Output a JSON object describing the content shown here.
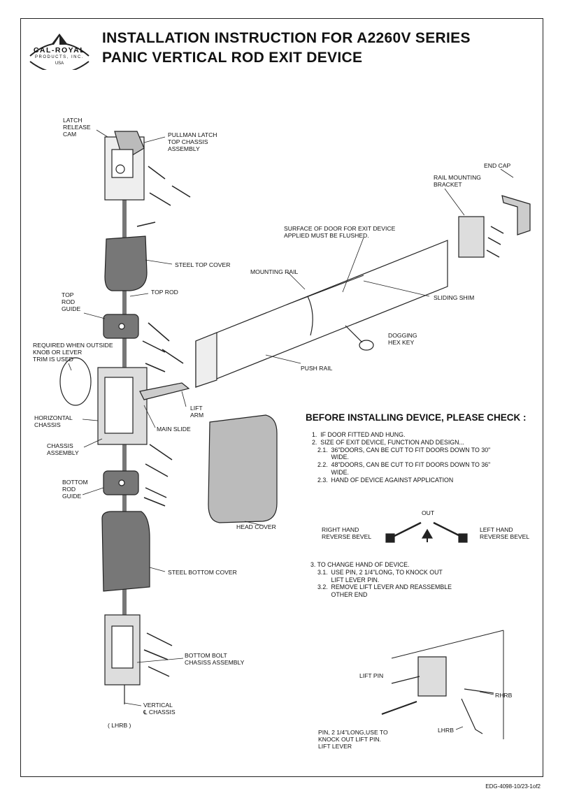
{
  "header": {
    "logo_name": "CAL-ROYAL",
    "logo_sub": "PRODUCTS, INC.",
    "logo_country": "USA",
    "title_line1": "INSTALLATION INSTRUCTION FOR A2260V SERIES",
    "title_line2": "PANIC VERTICAL ROD EXIT DEVICE"
  },
  "labels": {
    "latch_release_cam": "LATCH\nRELEASE\nCAM",
    "pullman_latch": "PULLMAN LATCH\nTOP CHASSIS\nASSEMBLY",
    "end_cap": "END CAP",
    "rail_mounting_bracket": "RAIL MOUNTING\nBRACKET",
    "surface_of_door": "SURFACE OF DOOR FOR EXIT DEVICE\nAPPLIED MUST BE FLUSHED.",
    "steel_top_cover": "STEEL TOP COVER",
    "mounting_rail": "MOUNTING RAIL",
    "top_rod_guide": "TOP\nROD\nGUIDE",
    "top_rod": "TOP ROD",
    "sliding_shim": "SLIDING SHIM",
    "dogging_hex_key": "DOGGING\nHEX KEY",
    "required_when": "REQUIRED WHEN OUTSIDE\nKNOB OR LEVER\nTRIM IS USED",
    "push_rail": "PUSH RAIL",
    "lift_arm": "LIFT\nARM",
    "horizontal_chassis": "HORIZONTAL\nCHASSIS",
    "main_slide": "MAIN SLIDE",
    "chassis_assembly": "CHASSIS\nASSEMBLY",
    "bottom_rod_guide": "BOTTOM\nROD\nGUIDE",
    "head_cover": "HEAD COVER",
    "steel_bottom_cover": "STEEL BOTTOM COVER",
    "bottom_bolt": "BOTTOM BOLT\nCHASISS ASSEMBLY",
    "vertical_chassis": "VERTICAL\n℄ CHASSIS",
    "lhrb_paren": "( LHRB )",
    "out": "OUT",
    "right_hand_reverse_bevel": "RIGHT HAND\nREVERSE BEVEL",
    "left_hand_reverse_bevel": "LEFT HAND\nREVERSE BEVEL",
    "lift_pin": "LIFT PIN",
    "rhrb": "RHRB",
    "lhrb": "LHRB",
    "pin_note": "PIN, 2 1/4\"LONG,USE TO\nKNOCK OUT LIFT PIN.\nLIFT LEVER"
  },
  "checklist": {
    "title": "BEFORE INSTALLING DEVICE, PLEASE CHECK :",
    "item1": "1.  IF DOOR FITTED AND HUNG.",
    "item2": "2.  SIZE OF EXIT DEVICE, FUNCTION AND DESIGN...",
    "item2_1": "2.1.  36\"DOORS, CAN BE CUT TO FIT DOORS DOWN TO 30\"\n        WIDE.",
    "item2_2": "2.2.  48\"DOORS, CAN BE CUT TO FIT DOORS DOWN TO 36\"\n        WIDE.",
    "item2_3": "2.3.  HAND OF DEVICE AGAINST APPLICATION",
    "item3": "3. TO CHANGE HAND OF DEVICE.",
    "item3_1": "3.1.  USE PIN, 2 1/4\"LONG, TO KNOCK OUT\n        LIFT LEVER PIN.",
    "item3_2": "3.2.  REMOVE LIFT LEVER AND REASSEMBLE\n        OTHER END"
  },
  "footer": {
    "doc_code": "EDG-4098-10/23-1of2"
  }
}
